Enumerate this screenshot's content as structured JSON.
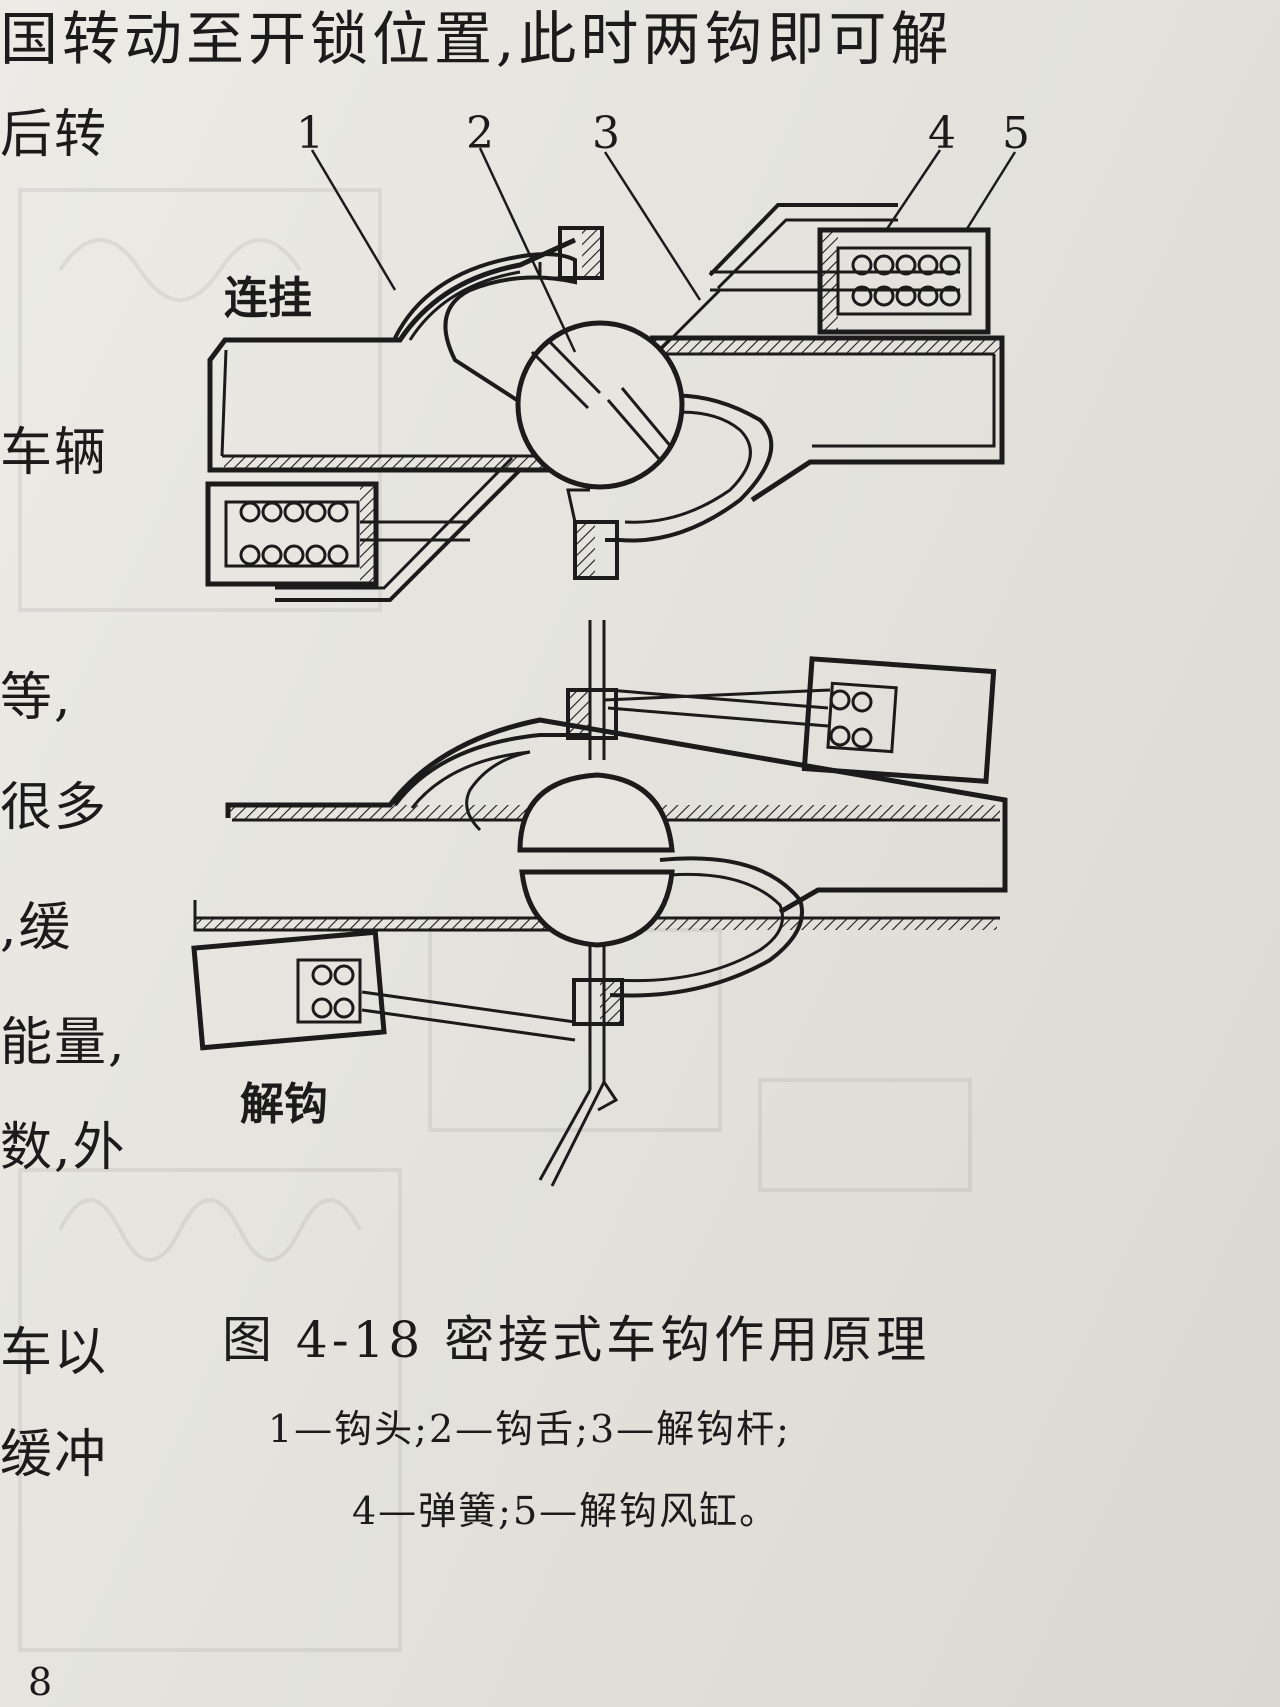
{
  "page": {
    "top_line": "国转动至开锁位置,此时两钩即可解",
    "side_fragments": [
      "后转",
      "车辆",
      "等,",
      "很多",
      ",缓",
      "能量,",
      "数,外",
      "车以",
      "缓冲"
    ],
    "page_number": "8"
  },
  "figure": {
    "part_numbers": [
      "1",
      "2",
      "3",
      "4",
      "5"
    ],
    "state_coupled": "连挂",
    "state_uncoupled": "解钩",
    "caption": "图 4-18   密接式车钩作用原理",
    "legend_line1": "1—钩头;2—钩舌;3—解钩杆;",
    "legend_line2": "4—弹簧;5—解钩风缸。"
  }
}
